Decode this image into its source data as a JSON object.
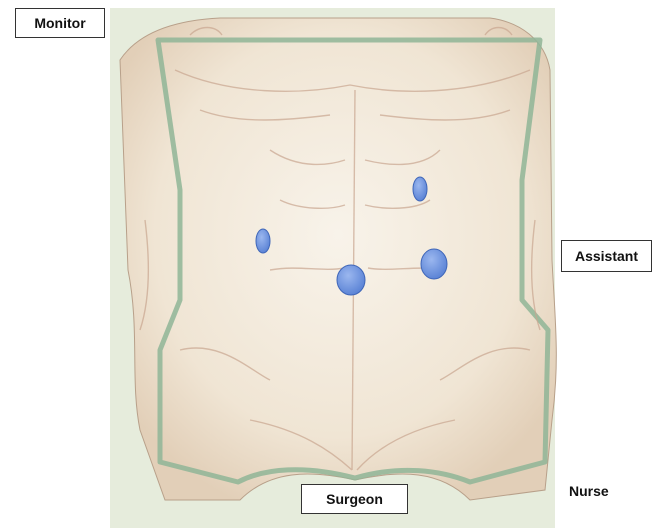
{
  "labels": {
    "monitor": "Monitor",
    "assistant": "Assistant",
    "surgeon": "Surgeon",
    "nurse": "Nurse"
  },
  "colors": {
    "port": "#6f95e0",
    "port_stroke": "#3f66b8",
    "drape": "#8fb596",
    "skin": "#f3eadc",
    "skin_shadow": "#c9a690",
    "background": "#e8eddf"
  },
  "ports": [
    {
      "name": "port-upper-right"
    },
    {
      "name": "port-left"
    },
    {
      "name": "port-umbilical"
    },
    {
      "name": "port-right"
    }
  ]
}
